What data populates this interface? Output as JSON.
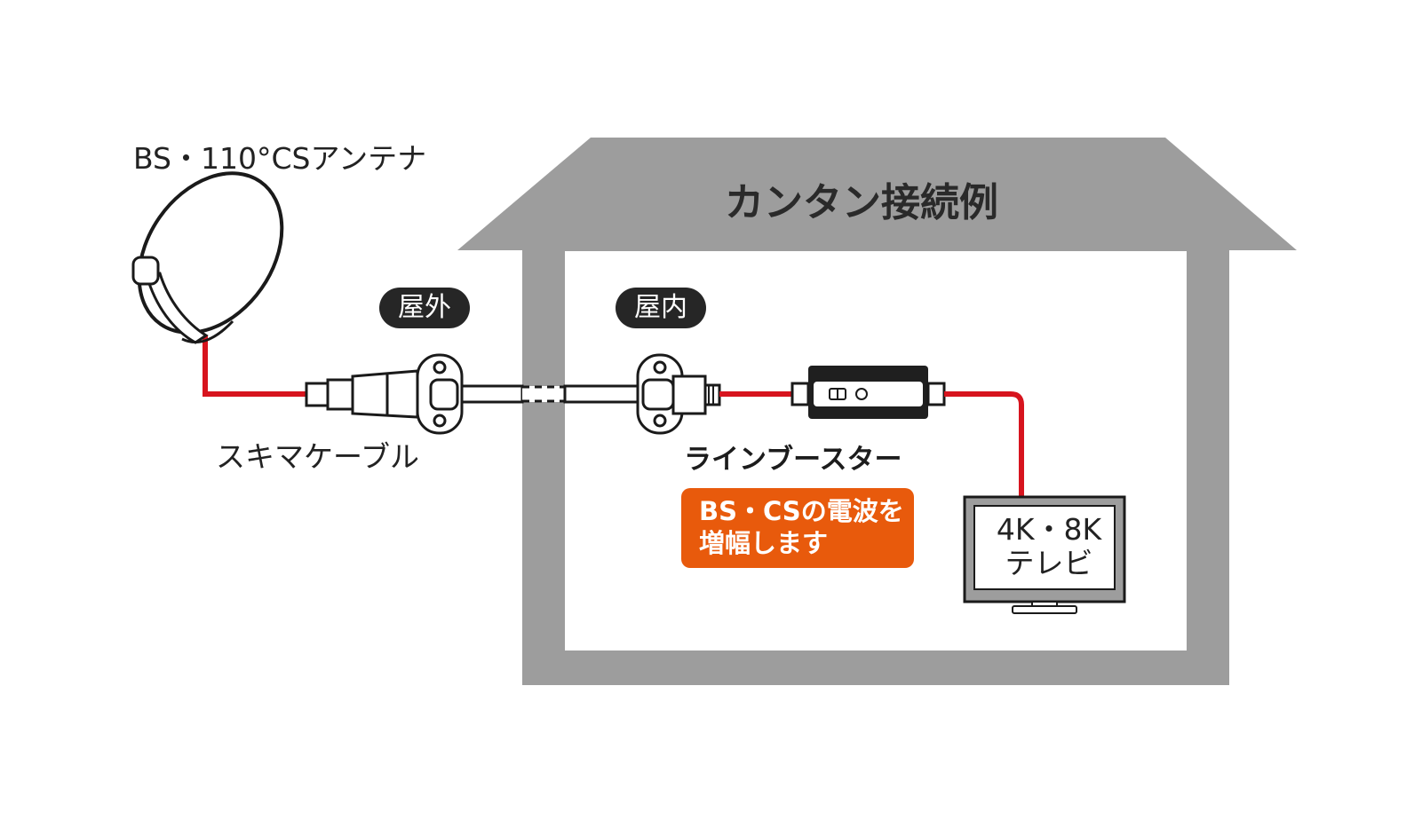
{
  "title": "カンタン接続例",
  "antenna": {
    "label": "BS・110°CSアンテナ"
  },
  "cable": {
    "label": "スキマケーブル"
  },
  "zones": {
    "outdoor": "屋外",
    "indoor": "屋内"
  },
  "booster": {
    "label": "ラインブースター",
    "callout": [
      "BS・CSの電波を",
      "増幅します"
    ]
  },
  "tv": {
    "lines": [
      "4K・8K",
      "テレビ"
    ]
  },
  "colors": {
    "house": "#9d9d9d",
    "cable": "#d7141e",
    "callout": "#e85a0c",
    "pill": "#262626",
    "booster_body": "#1f1f1f",
    "tv_frame": "#9d9d9d"
  }
}
